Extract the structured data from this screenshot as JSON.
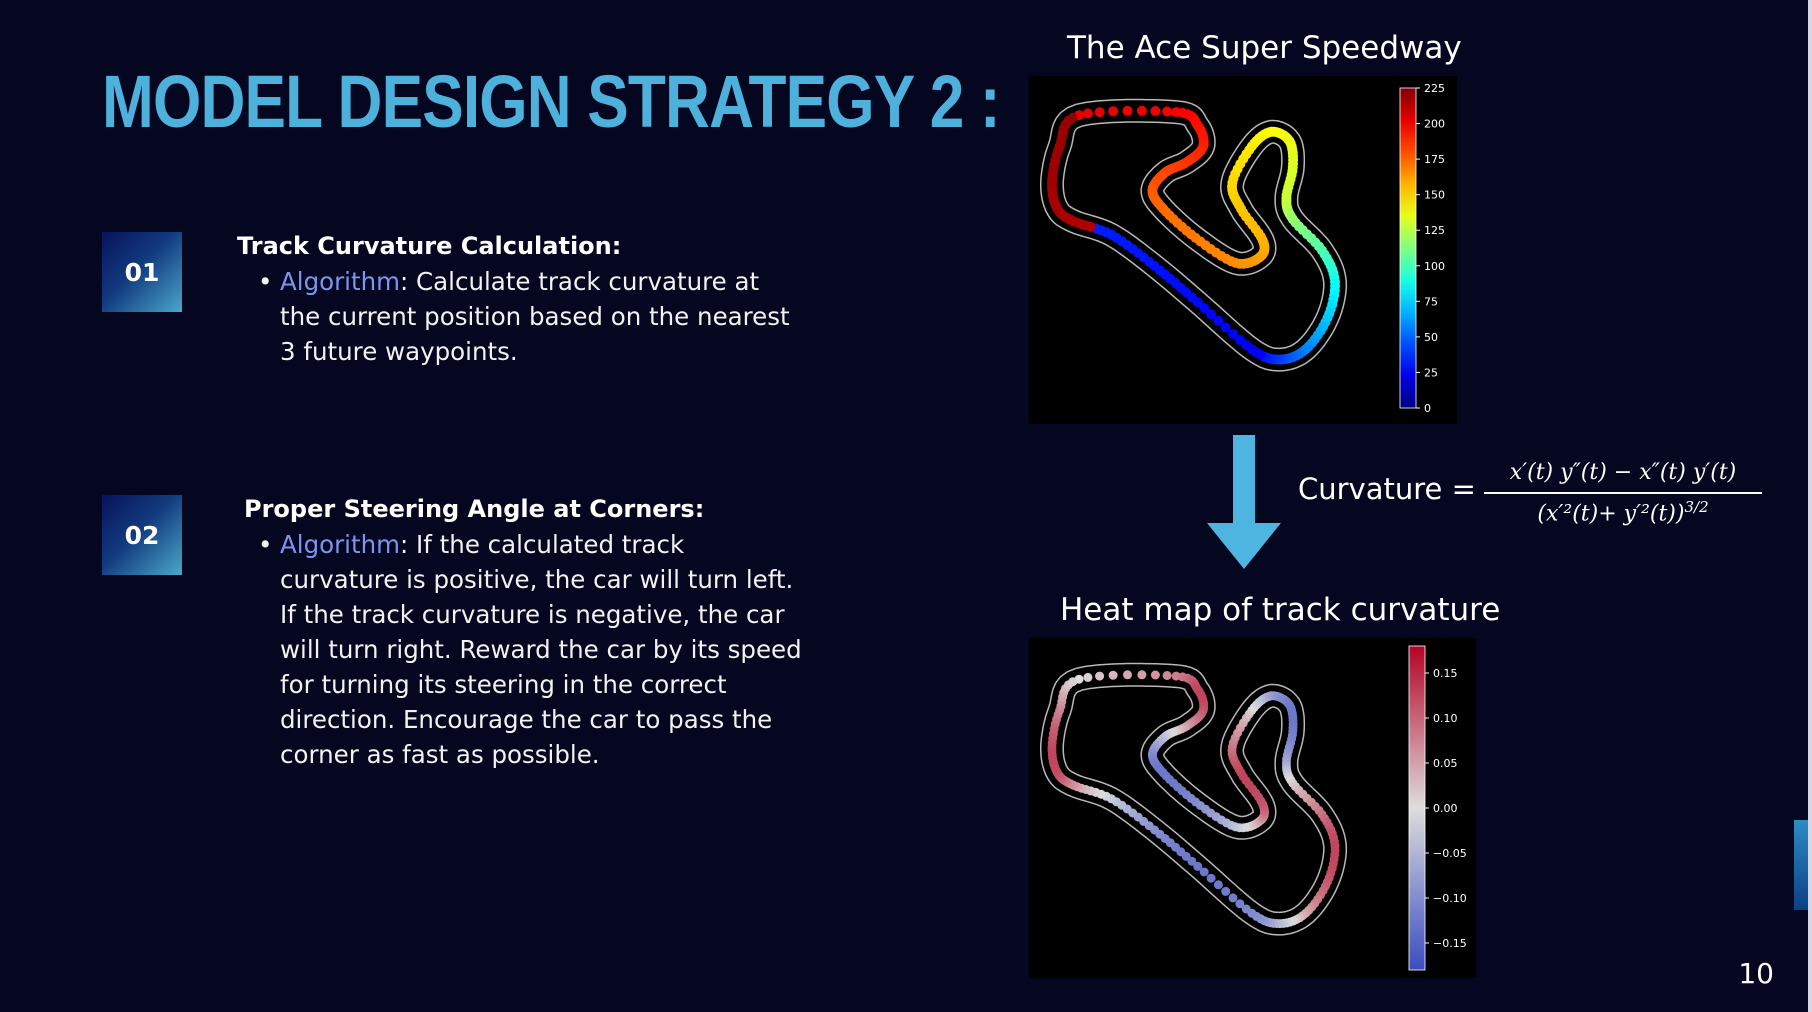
{
  "slide": {
    "title": "MODEL DESIGN  STRATEGY 2 :",
    "page_number": "10"
  },
  "sections": [
    {
      "number": "01",
      "title": "Track Curvature Calculation:",
      "bullet_keyword": "Algorithm",
      "bullet_text": ": Calculate track curvature at the current position based on the nearest 3 future waypoints."
    },
    {
      "number": "02",
      "title": "Proper Steering Angle at Corners:",
      "bullet_keyword": "Algorithm",
      "bullet_text": ": If the calculated track curvature is positive, the car will turn left. If the track curvature is negative, the car will turn right. Reward the car by its speed for turning its steering in the correct direction. Encourage the car to pass the corner as fast as possible."
    }
  ],
  "figures": {
    "top_title": "The Ace Super Speedway",
    "bottom_title": "Heat map of track curvature"
  },
  "formula": {
    "lhs": "Curvature =",
    "numerator": "x′(t) y″(t) − x″(t) y′(t)",
    "denominator": "(x′²(t)+ y′²(t))",
    "exponent": "3/2"
  },
  "chart_data": [
    {
      "type": "scatter",
      "title": "The Ace Super Speedway",
      "colorbar": {
        "colormap": "jet",
        "range": [
          0,
          225
        ],
        "ticks": [
          "0",
          "25",
          "50",
          "75",
          "100",
          "125",
          "150",
          "175",
          "200",
          "225"
        ]
      },
      "series": [
        {
          "color_value_range": [
            0,
            225
          ]
        }
      ]
    },
    {
      "type": "scatter",
      "title": "Heat map of track curvature",
      "colorbar": {
        "colormap": "coolwarm",
        "range": [
          -0.18,
          0.18
        ],
        "ticks": [
          "−0.15",
          "−0.10",
          "−0.05",
          "0.00",
          "0.05",
          "0.10",
          "0.15"
        ]
      },
      "series": [
        {
          "color_value_range": [
            -0.15,
            0.15
          ]
        }
      ]
    }
  ],
  "colors": {
    "background": "#050720",
    "title": "#4db1dc",
    "keyword": "#7b96f0",
    "arrow": "#4eb4e0"
  }
}
